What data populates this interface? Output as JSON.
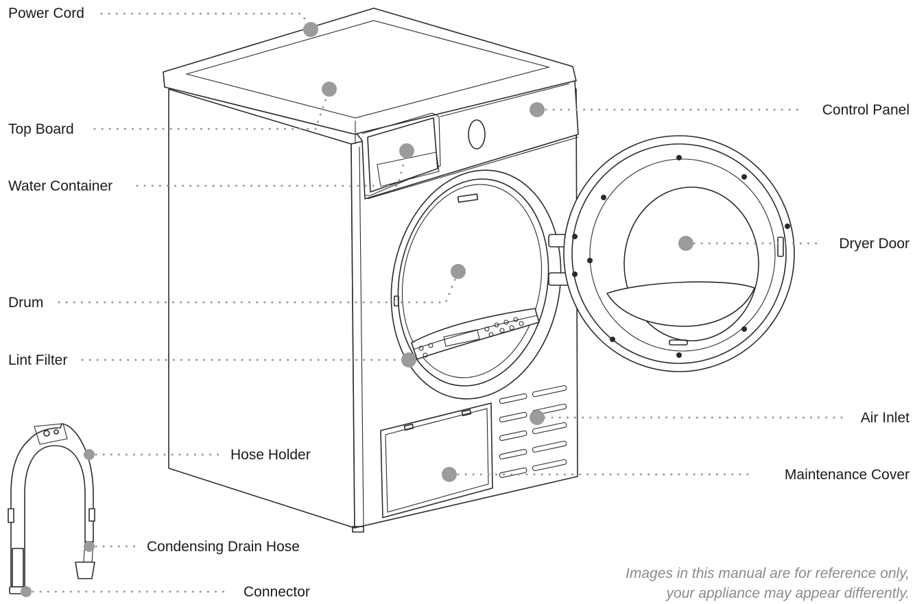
{
  "labels": {
    "power_cord": "Power Cord",
    "top_board": "Top Board",
    "water_container": "Water Container",
    "drum": "Drum",
    "lint_filter": "Lint Filter",
    "hose_holder": "Hose Holder",
    "condensing_drain_hose": "Condensing Drain Hose",
    "connector": "Connector",
    "control_panel": "Control Panel",
    "dryer_door": "Dryer Door",
    "air_inlet": "Air Inlet",
    "maintenance_cover": "Maintenance Cover"
  },
  "disclaimer": {
    "line1": "Images in this manual are for reference only,",
    "line2": "your appliance may appear differently."
  },
  "colors": {
    "marker": "#9b9b9b",
    "line_art": "#2a2a2a",
    "label_text": "#1a1a1a",
    "disclaimer_text": "#8a8a8a"
  }
}
